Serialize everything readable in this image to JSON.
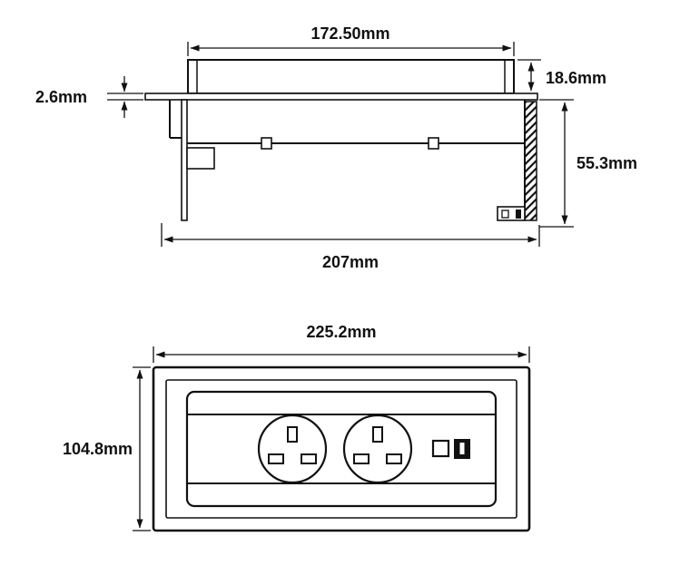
{
  "colors": {
    "ink": "#111111",
    "background": "#ffffff"
  },
  "side_view": {
    "dims": {
      "top_width": "172.50mm",
      "cap_height": "18.6mm",
      "plate_thickness": "2.6mm",
      "body_depth": "55.3mm",
      "overall_width": "207mm"
    }
  },
  "front_view": {
    "dims": {
      "width": "225.2mm",
      "height": "104.8mm"
    }
  }
}
